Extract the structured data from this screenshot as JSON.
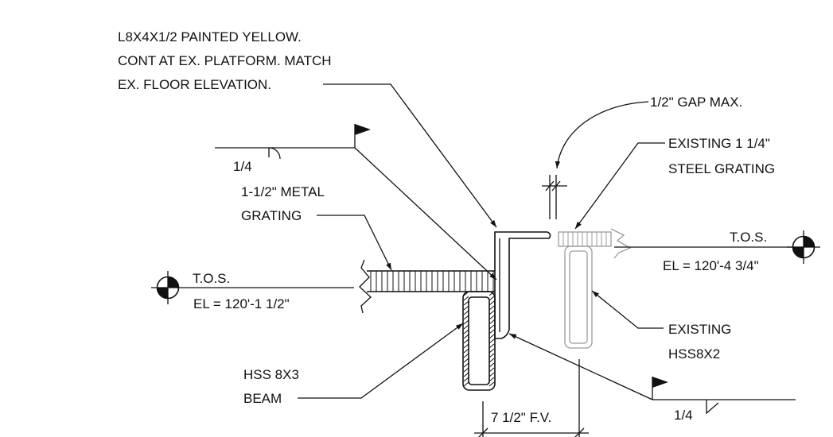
{
  "labels": {
    "angle_note": [
      "L8X4X1/2 PAINTED YELLOW.",
      "CONT AT EX. PLATFORM. MATCH",
      "EX. FLOOR ELEVATION."
    ],
    "gap_note": "1/2\" GAP MAX.",
    "existing_grating": [
      "EXISTING 1 1/4\"",
      "STEEL GRATING"
    ],
    "new_grating": [
      "1-1/2\" METAL",
      "GRATING"
    ],
    "weld_top": "1/4",
    "weld_bottom": "1/4",
    "tos_left": {
      "name": "T.O.S.",
      "elevation": "EL = 120'-1 1/2\""
    },
    "tos_right": {
      "name": "T.O.S.",
      "elevation": "EL = 120'-4 3/4\""
    },
    "existing_hss": [
      "EXISTING",
      "HSS8X2"
    ],
    "new_hss": [
      "HSS 8X3",
      "BEAM"
    ],
    "dimension": "7 1/2\" F.V."
  },
  "colors": {
    "line": "#111111",
    "existing_gray": "#9a9a9a",
    "background": "#ffffff"
  }
}
